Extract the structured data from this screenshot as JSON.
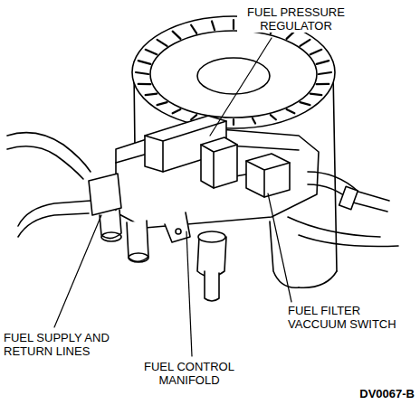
{
  "diagram": {
    "labels": [
      "FUEL PRESSURE REGULATOR",
      "FUEL SUPPLY AND RETURN LINES",
      "FUEL CONTROL MANIFOLD",
      "FUEL FILTER VACCUUM SWITCH",
      "DV0067-B"
    ]
  }
}
